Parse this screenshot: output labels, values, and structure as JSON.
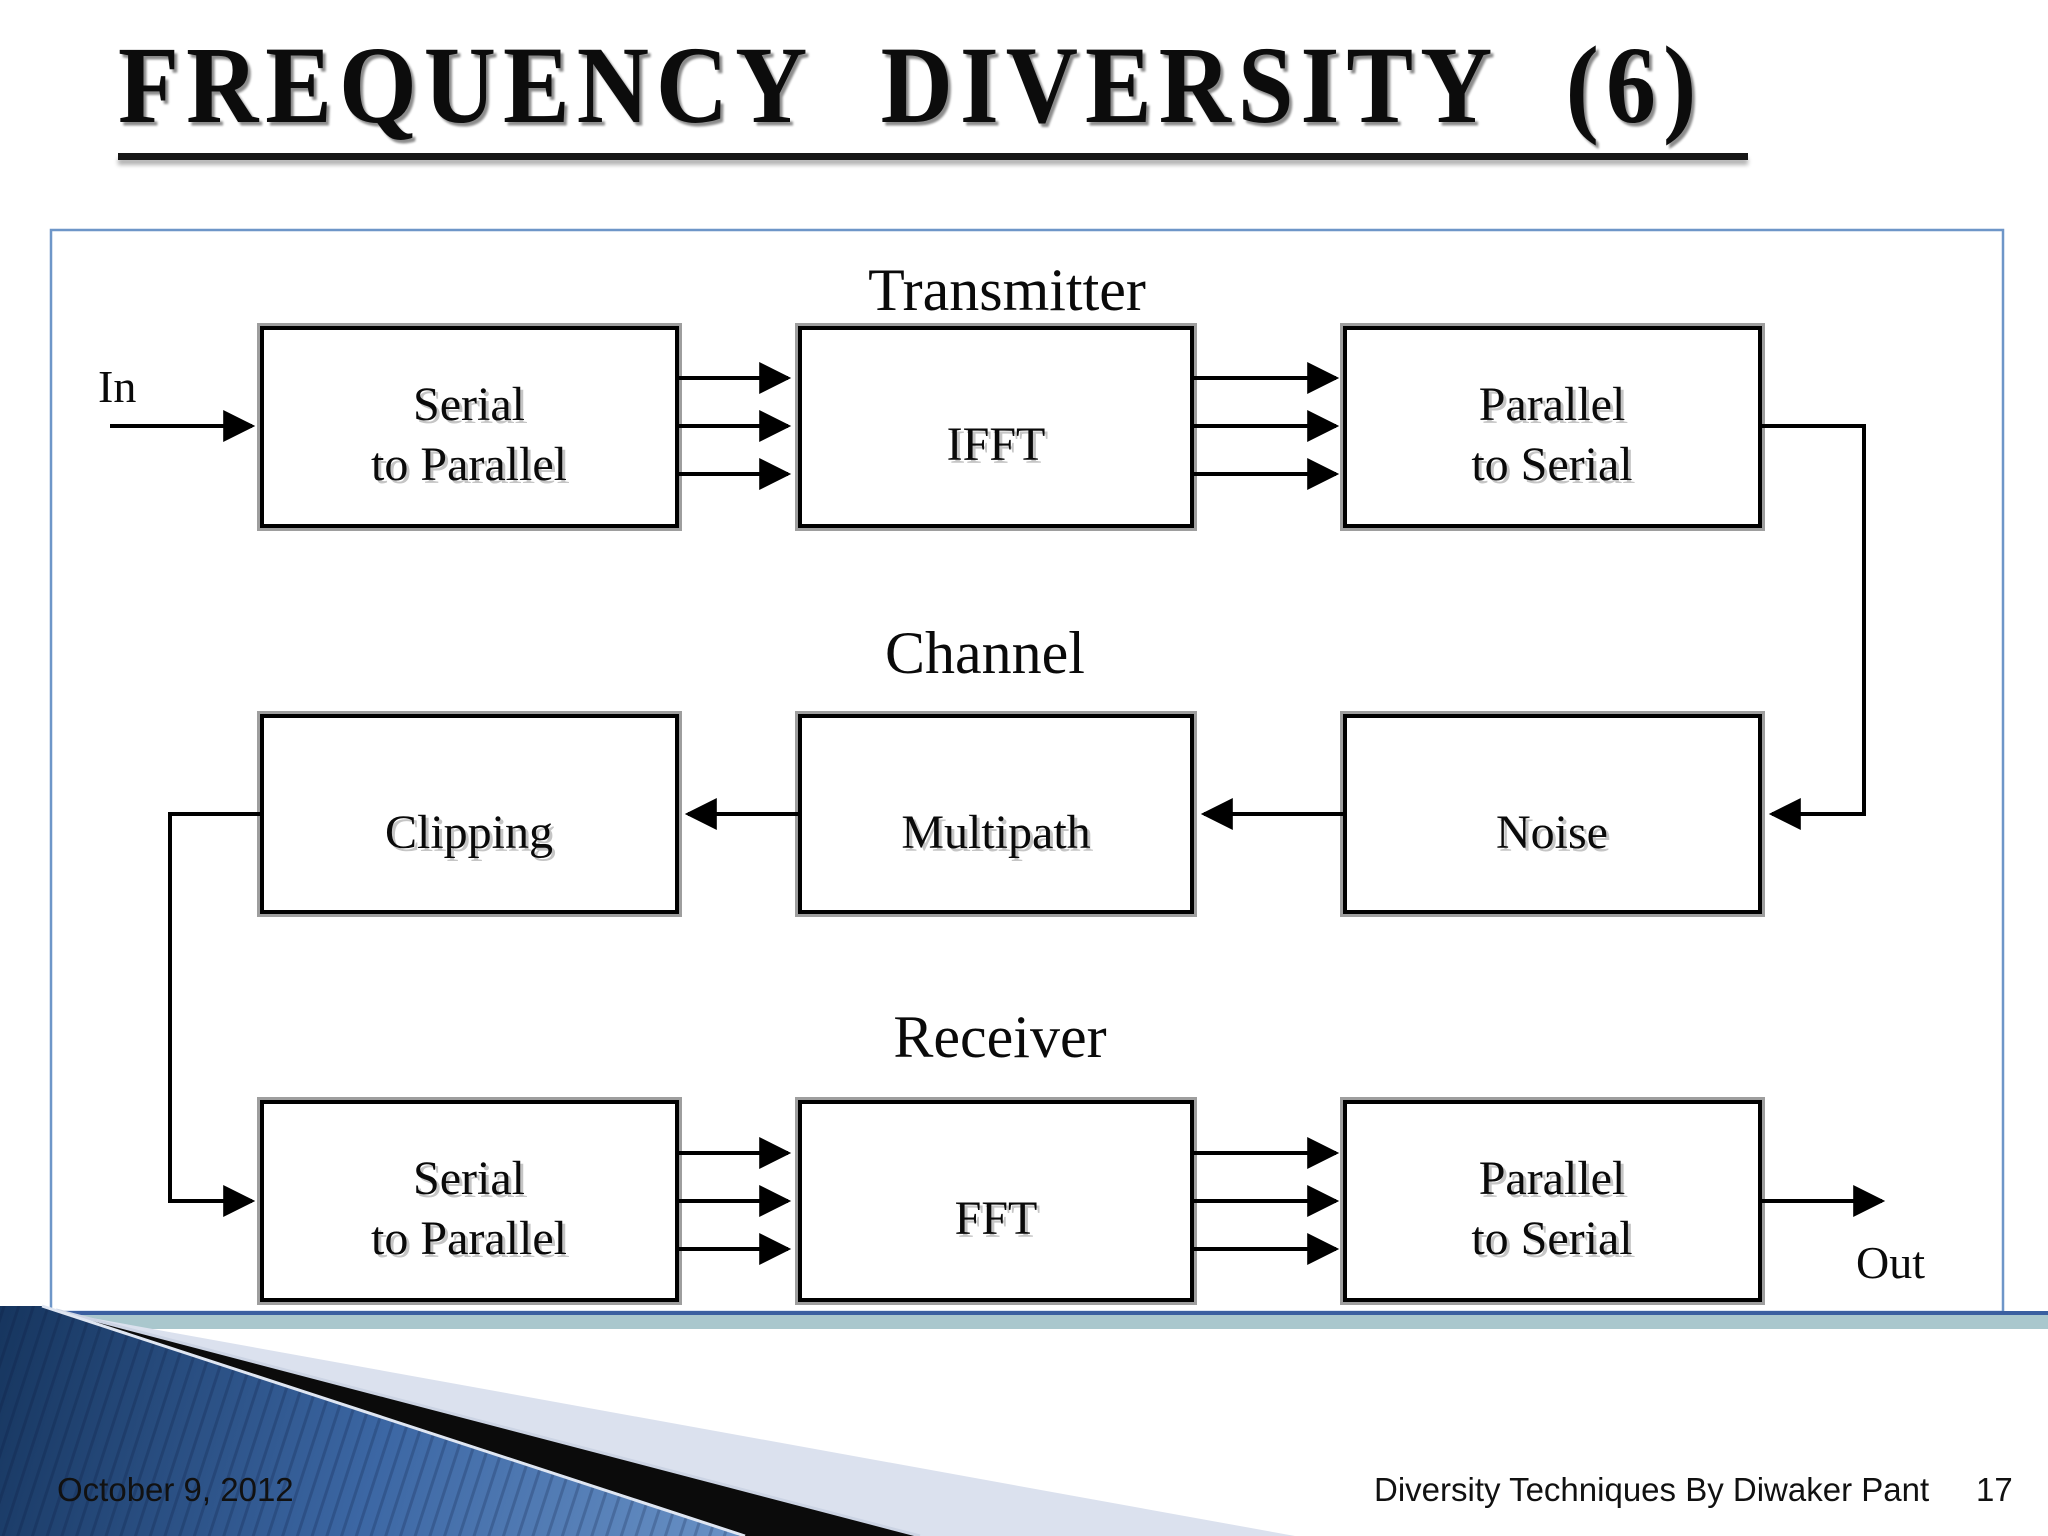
{
  "title": {
    "text": "FREQUENCY DIVERSITY (6)"
  },
  "diagram": {
    "headings": {
      "transmitter": "Transmitter",
      "channel": "Channel",
      "receiver": "Receiver"
    },
    "io": {
      "in": "In",
      "out": "Out"
    },
    "boxes": {
      "tx_serial_to_parallel": {
        "line1": "Serial",
        "line2": "to Parallel"
      },
      "tx_ifft": {
        "line1": "IFFT"
      },
      "tx_parallel_to_serial": {
        "line1": "Parallel",
        "line2": "to Serial"
      },
      "ch_clipping": {
        "line1": "Clipping"
      },
      "ch_multipath": {
        "line1": "Multipath"
      },
      "ch_noise": {
        "line1": "Noise"
      },
      "rx_serial_to_parallel": {
        "line1": "Serial",
        "line2": "to Parallel"
      },
      "rx_fft": {
        "line1": "FFT"
      },
      "rx_parallel_to_serial": {
        "line1": "Parallel",
        "line2": "to Serial"
      }
    },
    "flow": "In -> Serial to Parallel -> IFFT -> Parallel to Serial -> Noise -> Multipath -> Clipping -> Serial to Parallel -> FFT -> Parallel to Serial -> Out"
  },
  "footer": {
    "date": "October 9, 2012",
    "credit": "Diversity Techniques By Diwaker Pant",
    "page": "17"
  },
  "colors": {
    "frame_border": "#6e96c8",
    "bottom_line": "#3a5fa0",
    "bottom_band": "#a9c7cd",
    "deco_blue_dark": "#16355e",
    "deco_blue_mid": "#3c67a4",
    "deco_blue_light": "#6e96c9",
    "deco_black": "#0b0b0b",
    "deco_lavender": "#dbe1ee",
    "box_border": "#000000",
    "box_halo": "#9e9e9e"
  }
}
